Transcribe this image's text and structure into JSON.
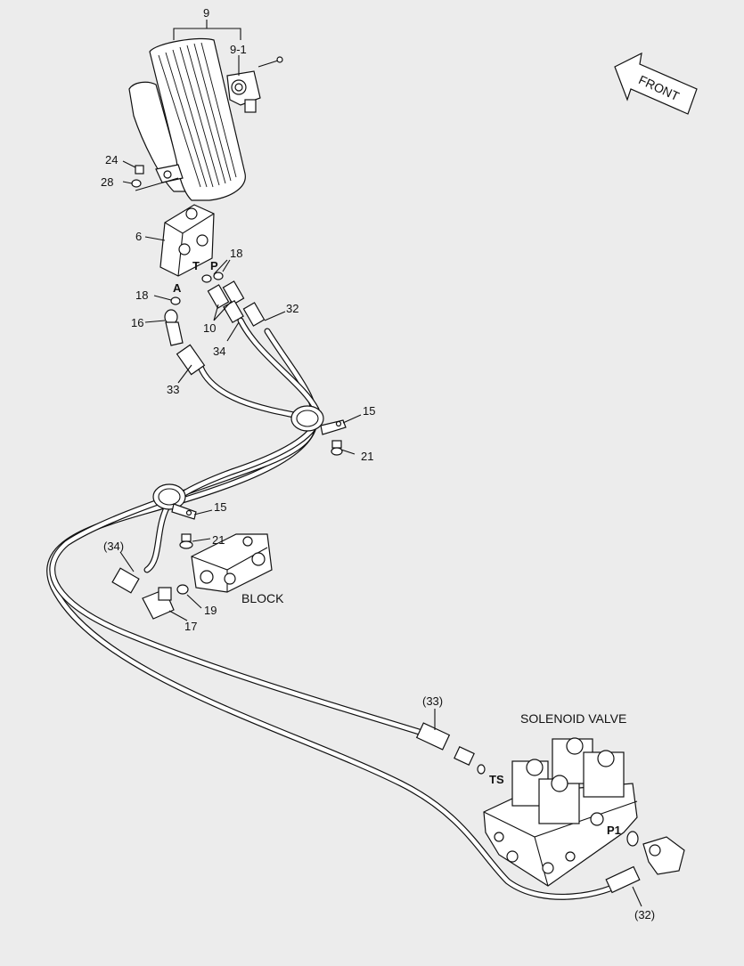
{
  "labels": {
    "item_9": "9",
    "item_9_1": "9-1",
    "item_24": "24",
    "item_28": "28",
    "item_6": "6",
    "item_18a": "18",
    "item_18b": "18",
    "item_16": "16",
    "item_10": "10",
    "item_34": "34",
    "item_32": "32",
    "item_33": "33",
    "item_15a": "15",
    "item_21a": "21",
    "item_15b": "15",
    "item_21b": "21",
    "item_34p": "(34)",
    "item_19": "19",
    "item_17": "17",
    "item_33p": "(33)",
    "item_32p": "(32)"
  },
  "ports": {
    "t": "T",
    "p": "P",
    "a": "A",
    "ts": "TS",
    "p1": "P1"
  },
  "captions": {
    "front": "FRONT",
    "block": "BLOCK",
    "solenoid_valve": "SOLENOID VALVE"
  }
}
